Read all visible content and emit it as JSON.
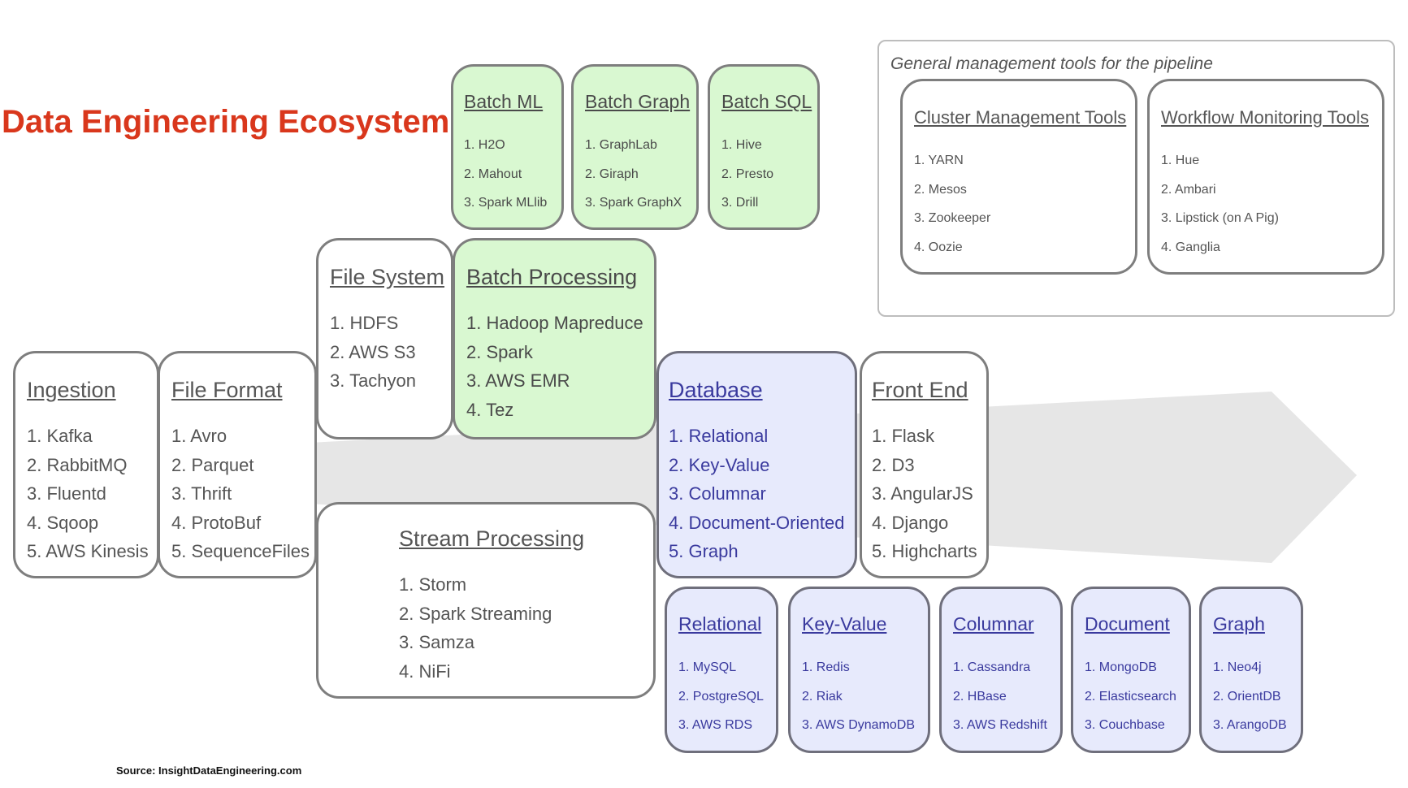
{
  "title": "Data Engineering Ecosystem",
  "source": "Source: InsightDataEngineering.com",
  "management": {
    "caption": "General management tools for the pipeline",
    "cluster": {
      "title": "Cluster Management Tools",
      "items": [
        "1. YARN",
        "2. Mesos",
        "3. Zookeeper",
        "4. Oozie"
      ]
    },
    "workflow": {
      "title": "Workflow Monitoring Tools",
      "items": [
        "1. Hue",
        "2. Ambari",
        "3. Lipstick (on A Pig)",
        "4. Ganglia"
      ]
    }
  },
  "batch_ml": {
    "title": "Batch ML",
    "items": [
      "1. H2O",
      "2. Mahout",
      "3. Spark MLlib"
    ]
  },
  "batch_graph": {
    "title": "Batch Graph",
    "items": [
      "1. GraphLab",
      "2. Giraph",
      "3. Spark GraphX"
    ]
  },
  "batch_sql": {
    "title": "Batch SQL",
    "items": [
      "1. Hive",
      "2. Presto",
      "3. Drill"
    ]
  },
  "file_system": {
    "title": "File System",
    "items": [
      "1. HDFS",
      "2. AWS S3",
      "3. Tachyon"
    ]
  },
  "batch_processing": {
    "title": "Batch Processing",
    "items": [
      "1. Hadoop Mapreduce",
      "2. Spark",
      "3. AWS EMR",
      "4. Tez"
    ]
  },
  "ingestion": {
    "title": "Ingestion",
    "items": [
      "1. Kafka",
      "2. RabbitMQ",
      "3. Fluentd",
      "4. Sqoop",
      "5. AWS Kinesis"
    ]
  },
  "file_format": {
    "title": "File Format",
    "items": [
      "1. Avro",
      "2. Parquet",
      "3. Thrift",
      "4. ProtoBuf",
      "5. SequenceFiles"
    ]
  },
  "stream_processing": {
    "title": "Stream Processing",
    "items": [
      "1. Storm",
      "2. Spark Streaming",
      "3. Samza",
      "4. NiFi"
    ]
  },
  "database": {
    "title": "Database",
    "items": [
      "1. Relational",
      "2. Key-Value",
      "3. Columnar",
      "4. Document-Oriented",
      "5. Graph"
    ]
  },
  "front_end": {
    "title": "Front End",
    "items": [
      "1. Flask",
      "2. D3",
      "3. AngularJS",
      "4. Django",
      "5. Highcharts"
    ]
  },
  "db_relational": {
    "title": "Relational",
    "items": [
      "1. MySQL",
      "2. PostgreSQL",
      "3. AWS RDS"
    ]
  },
  "db_keyvalue": {
    "title": "Key-Value",
    "items": [
      "1. Redis",
      "2. Riak",
      "3. AWS DynamoDB"
    ]
  },
  "db_columnar": {
    "title": "Columnar",
    "items": [
      "1. Cassandra",
      "2. HBase",
      "3. AWS Redshift"
    ]
  },
  "db_document": {
    "title": "Document",
    "items": [
      "1. MongoDB",
      "2. Elasticsearch",
      "3. Couchbase"
    ]
  },
  "db_graph": {
    "title": "Graph",
    "items": [
      "1. Neo4j",
      "2. OrientDB",
      "3. ArangoDB"
    ]
  },
  "colors": {
    "title": "#d9371c",
    "green": "#d9f8d1",
    "blue": "#e7eafc",
    "arrow": "#e6e6e6"
  }
}
